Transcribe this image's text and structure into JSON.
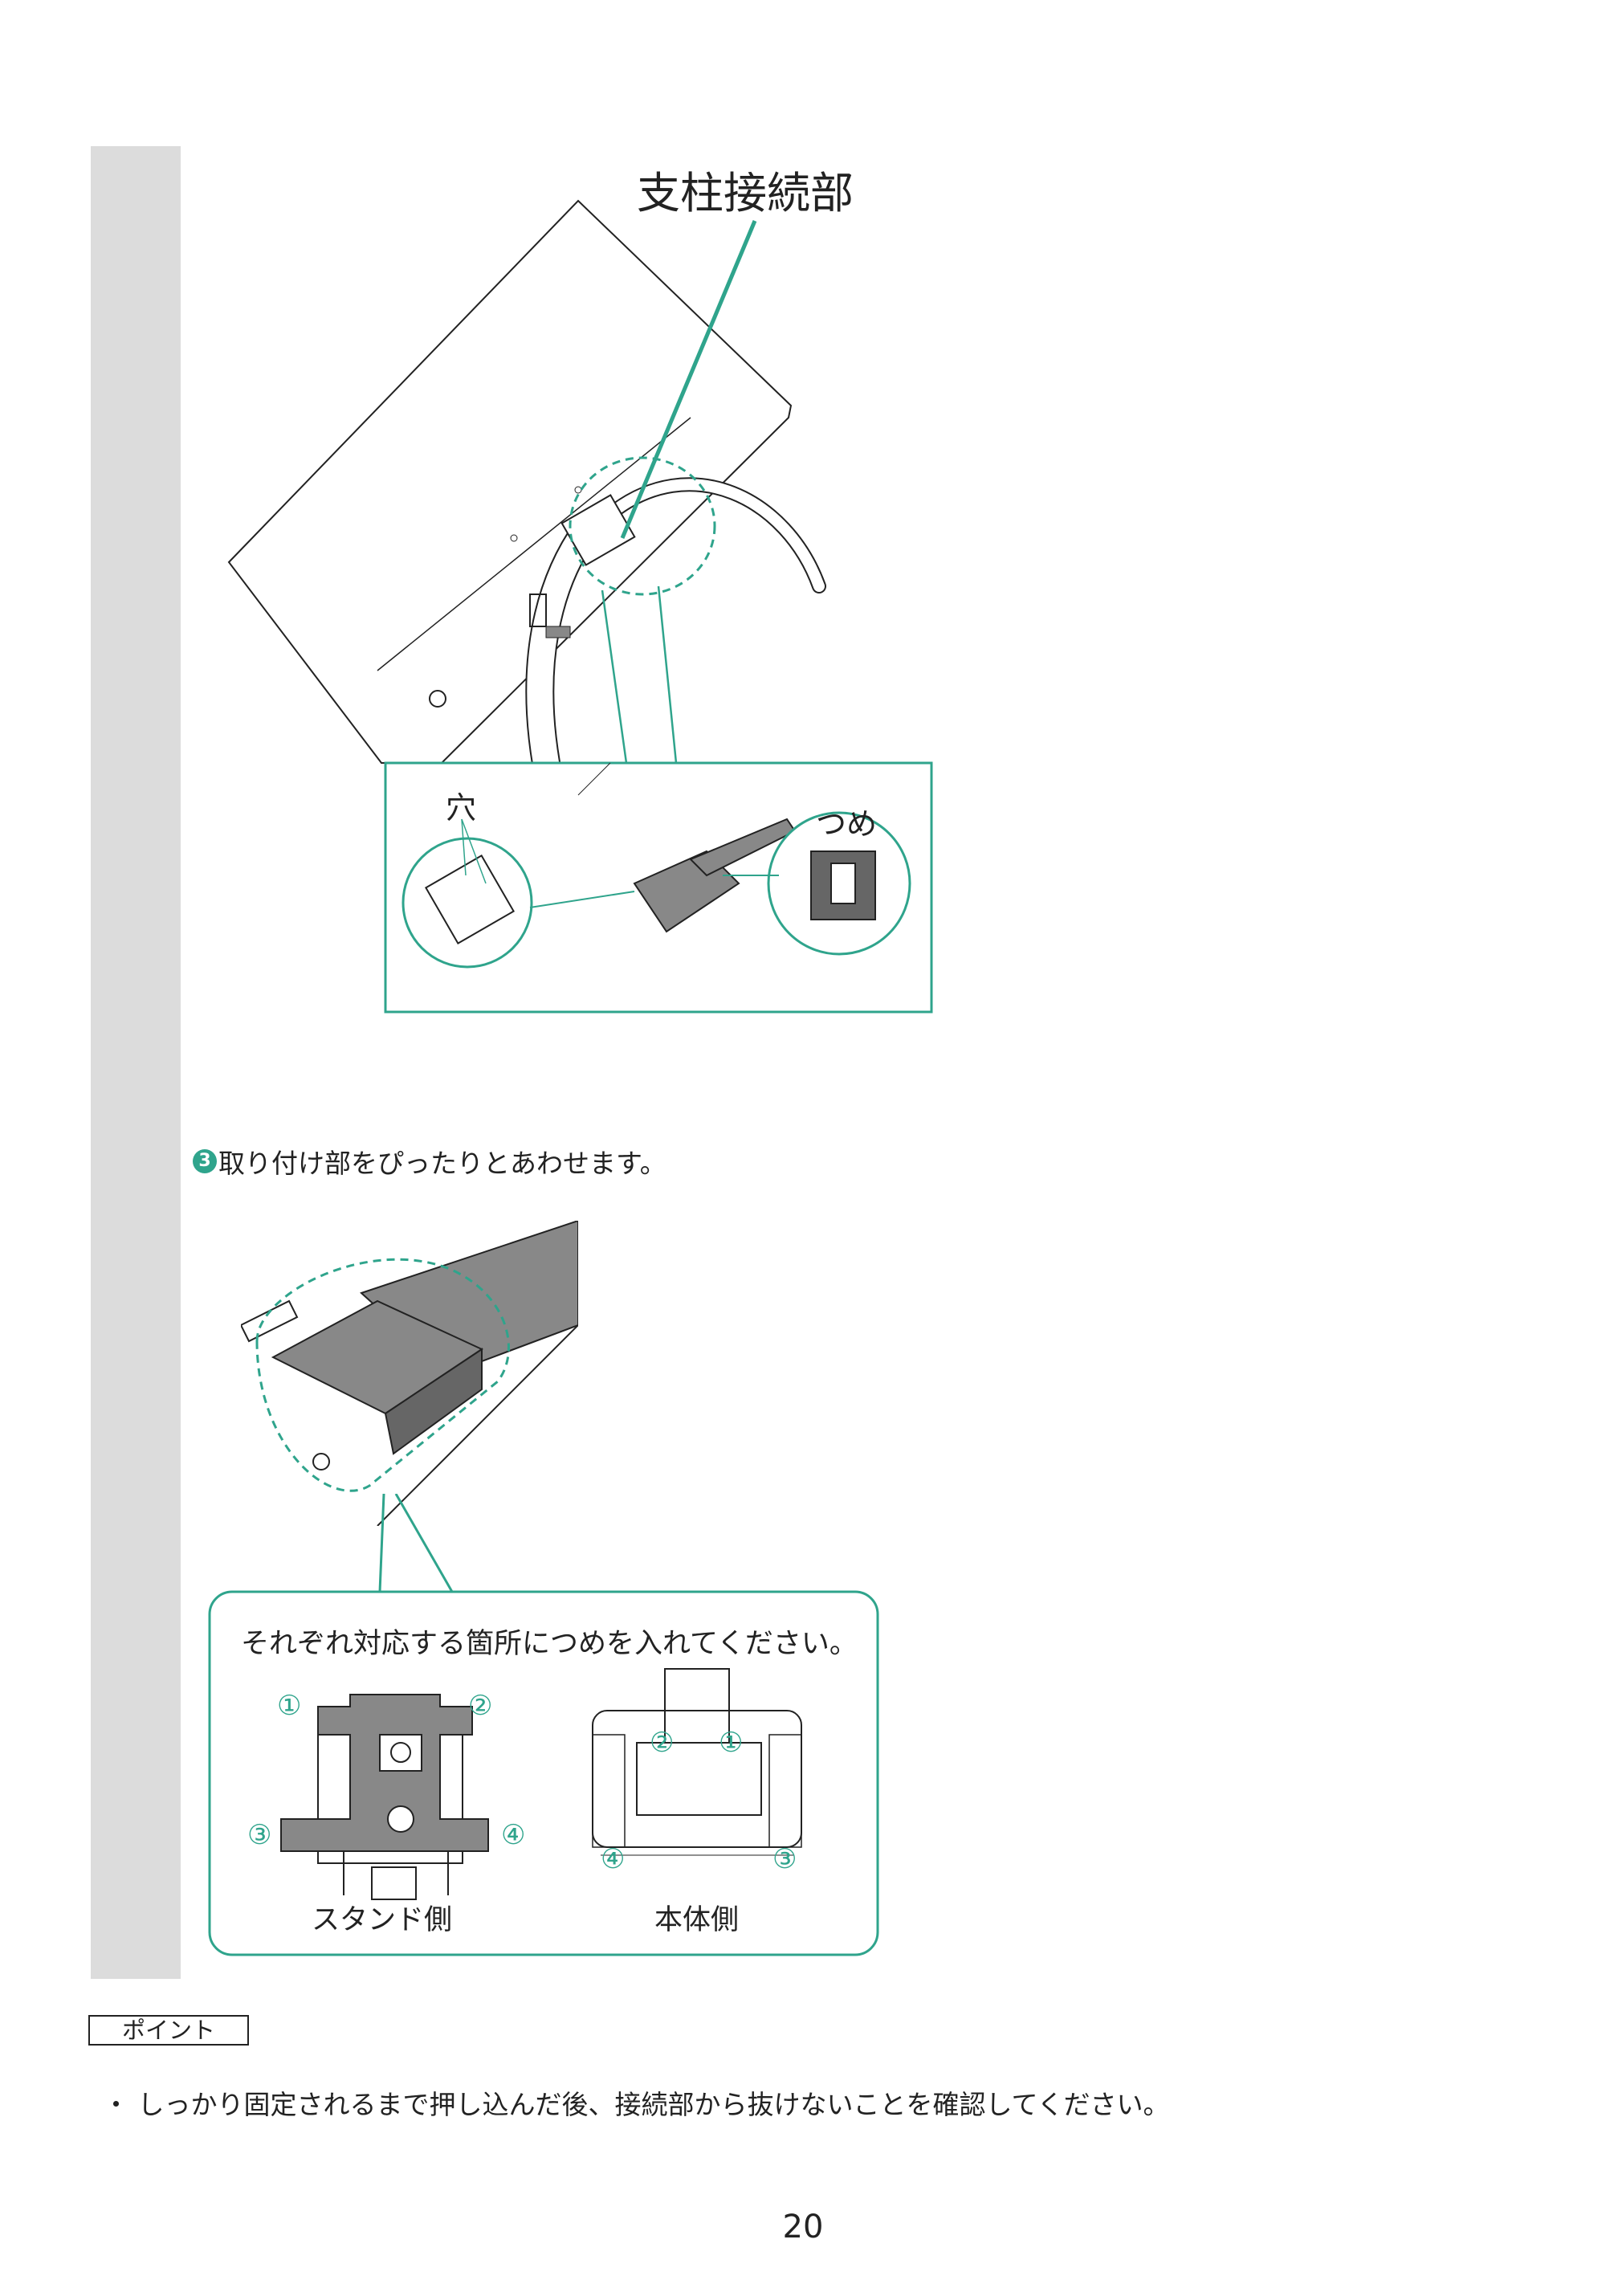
{
  "fig1": {
    "label_main": "支柱接続部",
    "label_hole": "穴",
    "label_claw": "つめ"
  },
  "step3": {
    "number": "3",
    "text": "取り付け部をぴったりとあわせます。"
  },
  "callout": {
    "instruction": "それぞれ対応する箇所につめを入れてください。",
    "n1": "①",
    "n2": "②",
    "n3": "③",
    "n4": "④",
    "stand_label": "スタンド側",
    "body_label": "本体側"
  },
  "point": {
    "heading": "ポイント",
    "bullet": "・ しっかり固定されるまで押し込んだ後、接続部から抜けないことを確認してください。"
  },
  "page_number": "20",
  "colors": {
    "accent": "#2fa48c",
    "sidebar": "#dcdcdc"
  }
}
